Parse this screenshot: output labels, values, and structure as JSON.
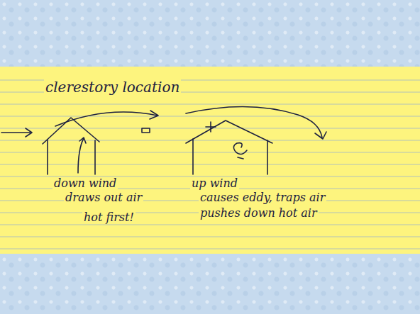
{
  "diagram": {
    "title": "clerestory location",
    "labels": [
      "down wind",
      "draws out air",
      "hot first!",
      "up wind",
      "causes eddy, traps air",
      "pushes down hot air"
    ]
  }
}
